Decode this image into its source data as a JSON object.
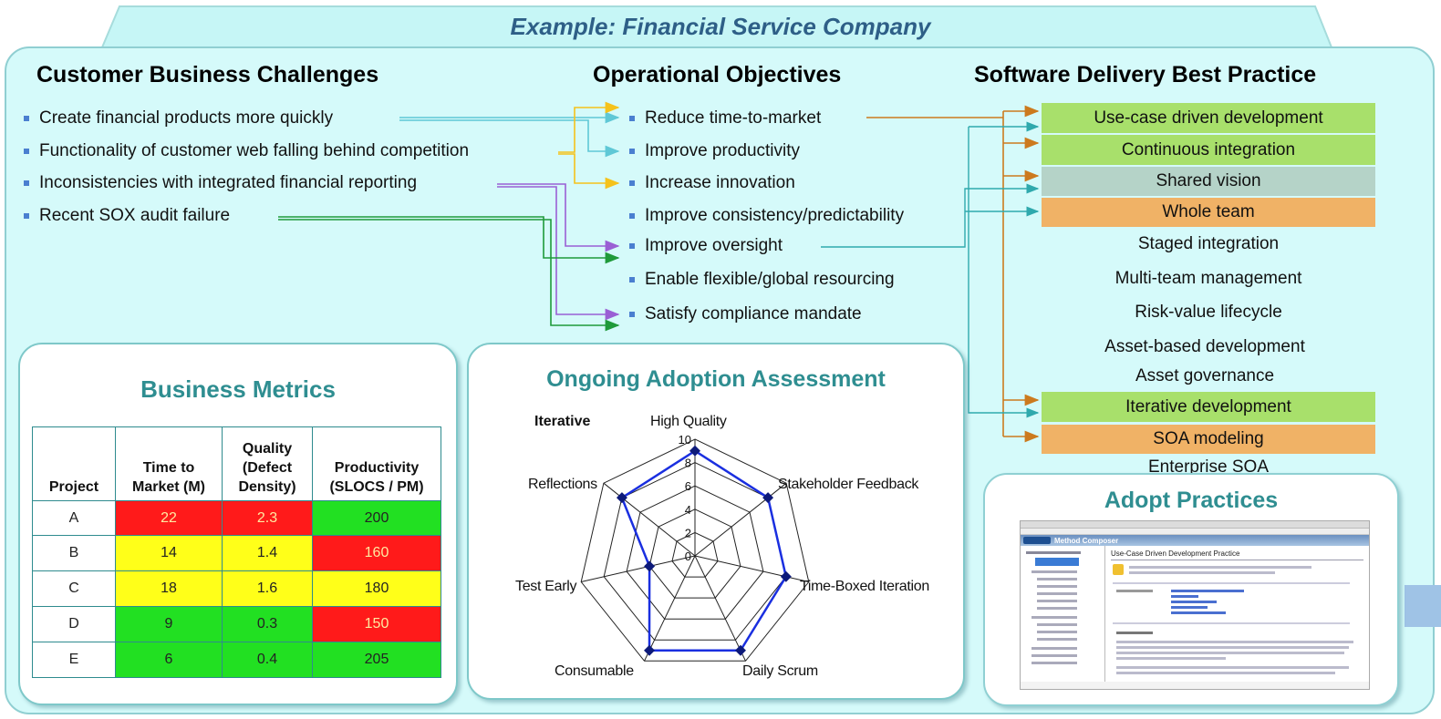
{
  "title": "Example: Financial Service Company",
  "columns": {
    "challenges": "Customer Business Challenges",
    "objectives": "Operational Objectives",
    "practices": "Software Delivery Best Practice"
  },
  "challenges": [
    "Create financial products more quickly",
    "Functionality of customer web falling behind competition",
    "Inconsistencies with integrated financial reporting",
    "Recent SOX audit failure"
  ],
  "objectives": [
    "Reduce time-to-market",
    "Improve productivity",
    "Increase innovation",
    "Improve consistency/predictability",
    "Improve oversight",
    "Enable flexible/global resourcing",
    "Satisfy compliance mandate"
  ],
  "practices": [
    {
      "label": "Use-case driven development",
      "highlight": "green"
    },
    {
      "label": "Continuous integration",
      "highlight": "green"
    },
    {
      "label": "Shared vision",
      "highlight": "gray"
    },
    {
      "label": "Whole team",
      "highlight": "orange"
    },
    {
      "label": "Staged integration",
      "highlight": "none"
    },
    {
      "label": "Multi-team management",
      "highlight": "none"
    },
    {
      "label": "Risk-value lifecycle",
      "highlight": "none"
    },
    {
      "label": "Asset-based development",
      "highlight": "none"
    },
    {
      "label": "Asset governance",
      "highlight": "none"
    },
    {
      "label": "Iterative development",
      "highlight": "green"
    },
    {
      "label": "SOA modeling",
      "highlight": "orange"
    },
    {
      "label": "Enterprise SOA",
      "highlight": "none"
    }
  ],
  "metrics": {
    "title": "Business Metrics",
    "headers": [
      "Project",
      "Time to Market (M)",
      "Quality (Defect Density)",
      "Productivity (SLOCS / PM)"
    ],
    "rows": [
      {
        "project": "A",
        "time": "22",
        "time_status": "red",
        "quality": "2.3",
        "quality_status": "red",
        "productivity": "200",
        "productivity_status": "green"
      },
      {
        "project": "B",
        "time": "14",
        "time_status": "yellow",
        "quality": "1.4",
        "quality_status": "yellow",
        "productivity": "160",
        "productivity_status": "red"
      },
      {
        "project": "C",
        "time": "18",
        "time_status": "yellow",
        "quality": "1.6",
        "quality_status": "yellow",
        "productivity": "180",
        "productivity_status": "yellow"
      },
      {
        "project": "D",
        "time": "9",
        "time_status": "green",
        "quality": "0.3",
        "quality_status": "green",
        "productivity": "150",
        "productivity_status": "red"
      },
      {
        "project": "E",
        "time": "6",
        "time_status": "green",
        "quality": "0.4",
        "quality_status": "green",
        "productivity": "205",
        "productivity_status": "green"
      }
    ]
  },
  "assessment": {
    "title": "Ongoing Adoption Assessment",
    "series_label": "Iterative",
    "axes": [
      "High Quality",
      "Stakeholder Feedback",
      "Time-Boxed Iteration",
      "Daily Scrum",
      "Consumable",
      "Test Early",
      "Reflections"
    ],
    "values": [
      9,
      8,
      8,
      9,
      9,
      4,
      8
    ],
    "ticks": [
      "0",
      "2",
      "4",
      "6",
      "8",
      "10"
    ],
    "max": 10
  },
  "adopt": {
    "title": "Adopt Practices",
    "app_name": "Method Composer",
    "page_heading": "Use-Case Driven Development Practice"
  },
  "colors": {
    "banner": "#c6f6f6",
    "panel_border": "#7ec8c9",
    "arrow_cyan": "#5fc8d6",
    "arrow_yellow": "#f5c21b",
    "arrow_purple": "#9a5fd4",
    "arrow_green": "#1f9a3a",
    "arrow_orange": "#cc7a1e",
    "radar_series": "#1a2fe0"
  }
}
